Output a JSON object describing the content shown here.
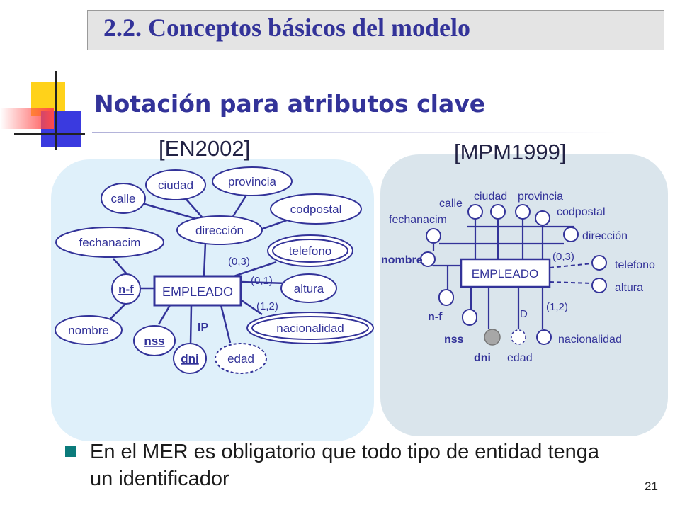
{
  "slide": {
    "title": "2.2. Conceptos básicos del modelo",
    "subtitle": "Notación para atributos clave",
    "ref_left": "[EN2002]",
    "ref_right": "[MPM1999]",
    "bullet_text": "En el MER es obligatorio que todo tipo de entidad tenga un identificador",
    "page_number": "21"
  },
  "en2002": {
    "entity": "EMPLEADO",
    "attributes": {
      "calle": "calle",
      "ciudad": "ciudad",
      "provincia": "provincia",
      "codpostal": "codpostal",
      "fechanacim": "fechanacim",
      "direccion": "dirección",
      "telefono": "telefono",
      "altura": "altura",
      "nacionalidad": "nacionalidad",
      "nf": "n-f",
      "nombre": "nombre",
      "nss": "nss",
      "dni": "dni",
      "edad": "edad"
    },
    "labels": {
      "card_telefono": "(0,3)",
      "card_altura": "(0,1)",
      "card_nacionalidad": "(1,2)",
      "ip": "IP"
    }
  },
  "mpm1999": {
    "entity": "EMPLEADO",
    "attributes": {
      "calle": "calle",
      "ciudad": "ciudad",
      "provincia": "provincia",
      "codpostal": "codpostal",
      "fechanacim": "fechanacim",
      "direccion": "dirección",
      "nombre": "nombre",
      "telefono": "telefono",
      "altura": "altura",
      "nf": "n-f",
      "nss": "nss",
      "dni": "dni",
      "edad": "edad",
      "nacionalidad": "nacionalidad"
    },
    "labels": {
      "card_telefono": "(0,3)",
      "card_nacionalidad": "(1,2)",
      "derived": "D"
    }
  },
  "colors": {
    "title_text": "#333399",
    "diagram_blue": "#333399",
    "panel_left": "#dff0fa",
    "panel_right": "#dae5ec",
    "bullet": "#0b7b7b"
  }
}
